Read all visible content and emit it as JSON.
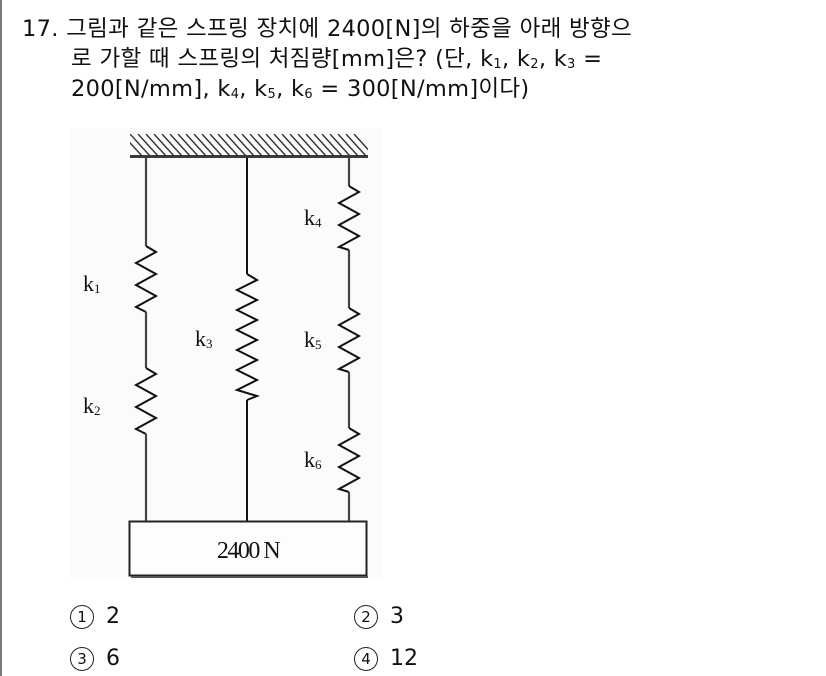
{
  "question": {
    "number": "17.",
    "line1": "그림과 같은 스프링 장치에 2400[N]의 하중을 아래 방향으",
    "line2_a": "로 가할 때 스프링의 처짐량[mm]은? (단, k",
    "line2_sub1": "1",
    "line2_b": ", k",
    "line2_sub2": "2",
    "line2_c": ", k",
    "line2_sub3": "3",
    "line2_d": " =",
    "line3_a": "200[N/mm], k",
    "line3_sub4": "4",
    "line3_b": ", k",
    "line3_sub5": "5",
    "line3_c": ", k",
    "line3_sub6": "6",
    "line3_d": " = 300[N/mm]이다)"
  },
  "figure": {
    "labels": {
      "k1": "k",
      "k1_sub": "1",
      "k2": "k",
      "k2_sub": "2",
      "k3": "k",
      "k3_sub": "3",
      "k4": "k",
      "k4_sub": "4",
      "k5": "k",
      "k5_sub": "5",
      "k6": "k",
      "k6_sub": "6"
    },
    "load_label": "2400 N"
  },
  "choices": [
    {
      "marker": "1",
      "value": "2"
    },
    {
      "marker": "2",
      "value": "3"
    },
    {
      "marker": "3",
      "value": "6"
    },
    {
      "marker": "4",
      "value": "12"
    }
  ]
}
